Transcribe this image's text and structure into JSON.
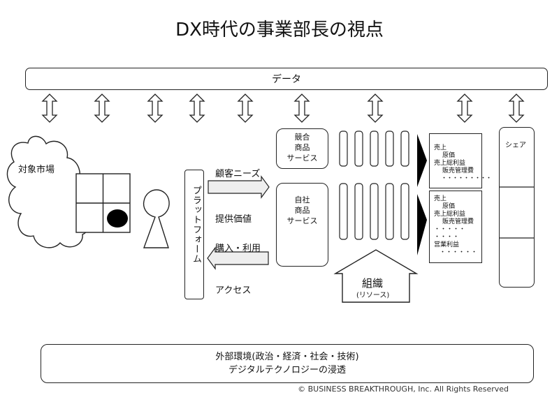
{
  "title": "DX時代の事業部長の視点",
  "data_bar": "データ",
  "market_label": "対象市場",
  "platform": "プラットフォーム",
  "flows": {
    "customer_needs": "顧客ニーズ",
    "value_offer": "提供価値",
    "purchase_use": "購入・利用",
    "access": "アクセス"
  },
  "competitor_box": [
    "競合",
    "商品",
    "サービス"
  ],
  "own_box": [
    "自社",
    "商品",
    "サービス"
  ],
  "organization": {
    "main": "組織",
    "sub": "(リソース)"
  },
  "pl_top": {
    "lines": [
      "売上",
      "原価",
      "売上総利益",
      "販売管理費",
      "・・・・・・・・・"
    ]
  },
  "pl_bottom": {
    "lines": [
      "売上",
      "原価",
      "売上総利益",
      "販売管理費",
      "・・・・・",
      "・・・・",
      "営業利益",
      "・・・・・・"
    ]
  },
  "share_label": "シェア",
  "bottom_box": {
    "line1": "外部環境(政治・経済・社会・技術)",
    "line2": "デジタルテクノロジーの浸透"
  },
  "copyright": "© BUSINESS BREAKTHROUGH, Inc. All Rights Reserved"
}
